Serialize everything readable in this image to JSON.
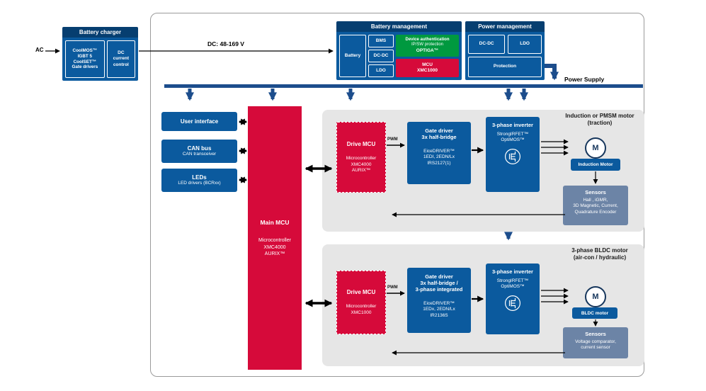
{
  "colors": {
    "box-blue": "#0b5a9e",
    "header-blue": "#063e70",
    "bus-blue": "#1c4d8c",
    "red": "#d60a3a",
    "green": "#00993f",
    "panel-gray": "#e6e6e6",
    "sensors-blue": "#6c84a6"
  },
  "charger": {
    "title": "Battery charger",
    "ac_label": "AC",
    "devices": "CoolMOS™\nIGBT 5\nCoolSET™\nGate drivers",
    "control": "DC\ncurrent\ncontrol"
  },
  "dc_link_label": "DC: 48-169 V",
  "battery_management": {
    "title": "Battery management",
    "battery": "Battery",
    "bms": "BMS",
    "dcdc": "DC-DC",
    "ldo": "LDO",
    "auth_title": "Device authentication",
    "auth_sub": "IP/SW protection",
    "auth_product": "OPTIGA™",
    "mcu_title": "MCU",
    "mcu_product": "XMC1000"
  },
  "power_management": {
    "title": "Power management",
    "dcdc": "DC-DC",
    "ldo": "LDO",
    "protection": "Protection"
  },
  "power_supply_label": "Power Supply",
  "peripherals": {
    "user_interface": "User interface",
    "can_title": "CAN bus",
    "can_sub": "CAN transceiver",
    "leds_title": "LEDs",
    "leds_sub": "LED drivers (BCRxx)"
  },
  "main_mcu": {
    "title": "Main MCU",
    "sub": "Microcontroller\nXMC4000\nAURIX™"
  },
  "panels": [
    {
      "title": "Induction or PMSM motor\n(traction)",
      "drive_mcu_title": "Drive MCU",
      "drive_mcu_sub": "Microcontroller\nXMC4000\nAURIX™",
      "pwm": "PWM",
      "gate_driver_title": "Gate driver\n3x half-bridge",
      "gate_driver_sub": "EiceDRIVER™\n1EDI, 2EDN/Lx\nIRS2127(1)",
      "inverter_title": "3-phase inverter",
      "inverter_sub": "StrongIRFET™\nOptiMOS™",
      "motor_letter": "M",
      "motor_label": "Induction Motor",
      "sensors_title": "Sensors",
      "sensors_sub": "Hall , iGMR,\n3D Magnetic, Current,\nQuadrature Encoder"
    },
    {
      "title": "3-phase BLDC motor\n(air-con / hydraulic)",
      "drive_mcu_title": "Drive MCU",
      "drive_mcu_sub": "Microcontroller\nXMC1000",
      "pwm": "PWM",
      "gate_driver_title": "Gate driver\n3x half-bridge /\n3-phase integrated",
      "gate_driver_sub": "EiceDRIVER™\n1EDx, 2EDN/Lx\nIR2136S",
      "inverter_title": "3-phase inverter",
      "inverter_sub": "StrongIRFET™\nOptiMOS™",
      "motor_letter": "M",
      "motor_label": "BLDC motor",
      "sensors_title": "Sensors",
      "sensors_sub": "Voltage comparator,\ncurrent sensor"
    }
  ]
}
